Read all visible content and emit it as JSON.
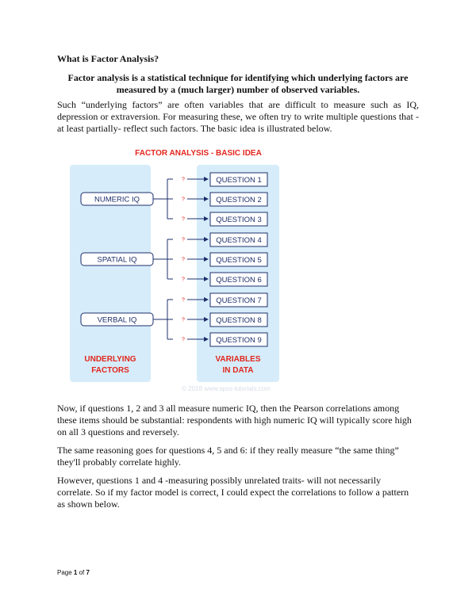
{
  "heading": "What is Factor Analysis?",
  "lead": "Factor analysis is a statistical technique for identifying which underlying factors are measured by a (much larger) number of observed variables.",
  "paragraphs": [
    "Such “underlying factors” are often variables that are difficult to measure such as IQ, depression or extraversion. For measuring these, we often try to write multiple questions that -at least partially- reflect such factors. The basic idea is illustrated below.",
    "Now, if questions 1, 2 and 3 all measure numeric IQ, then the Pearson correlations among these items should be substantial: respondents with high numeric IQ will typically score high on all 3 questions and reversely.",
    "The same reasoning goes for questions 4, 5 and 6: if they really measure “the same thing” they'll probably correlate highly.",
    "However, questions 1 and 4 -measuring possibly unrelated traits- will not necessarily correlate. So if my factor model is correct, I could expect the correlations to follow a pattern as shown below."
  ],
  "figure": {
    "title": "FACTOR ANALYSIS - BASIC IDEA",
    "factors": [
      "NUMERIC IQ",
      "SPATIAL IQ",
      "VERBAL IQ"
    ],
    "questions": [
      "QUESTION 1",
      "QUESTION 2",
      "QUESTION 3",
      "QUESTION 4",
      "QUESTION 5",
      "QUESTION 6",
      "QUESTION 7",
      "QUESTION 8",
      "QUESTION 9"
    ],
    "link_mark": "?",
    "left_panel_label": [
      "UNDERLYING",
      "FACTORS"
    ],
    "right_panel_label": [
      "VARIABLES",
      "IN DATA"
    ],
    "watermark": "© 2018 www.spss-tutorials.com"
  },
  "footer": {
    "prefix": "Page ",
    "current": "1",
    "sep": " of ",
    "total": "7"
  },
  "colors": {
    "accent_red": "#e2261c",
    "navy": "#1d2f6b",
    "panel_blue": "#d6ecfa"
  }
}
